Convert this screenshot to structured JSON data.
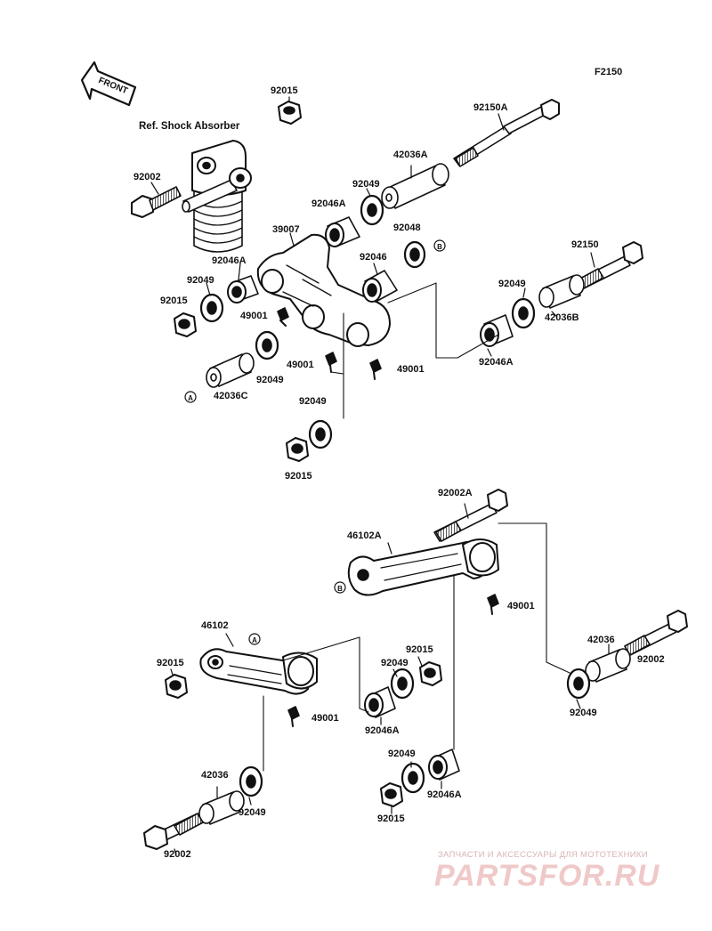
{
  "diagram": {
    "code": "F2150",
    "front_label": "FRONT",
    "reference_label": "Ref. Shock Absorber"
  },
  "parts": {
    "p_92015_a": "92015",
    "p_92002_a": "92002",
    "p_42036a": "42036A",
    "p_92150a": "92150A",
    "p_92049_a": "92049",
    "p_92046a_a": "92046A",
    "p_39007": "39007",
    "p_92048": "92048",
    "p_92150": "92150",
    "p_92046_a": "92046",
    "p_92046a_b": "92046A",
    "p_92049_b": "92049",
    "p_92015_b": "92015",
    "p_49001_a": "49001",
    "p_92049_c": "92049",
    "p_42036b": "42036B",
    "p_92046a_c": "92046A",
    "p_49001_b": "49001",
    "p_49001_c": "49001",
    "p_92049_d": "92049",
    "p_42036c": "42036C",
    "p_92049_e": "92049",
    "p_92015_c": "92015",
    "p_92002a": "92002A",
    "p_46102a": "46102A",
    "p_49001_d": "49001",
    "p_46102": "46102",
    "p_92015_d": "92015",
    "p_92015_e": "92015",
    "p_92049_f": "92049",
    "p_42036_a": "42036",
    "p_92002_b": "92002",
    "p_49001_e": "49001",
    "p_92046a_d": "92046A",
    "p_92049_g": "92049",
    "p_92049_h": "92049",
    "p_92046a_e": "92046A",
    "p_42036_b": "42036",
    "p_92049_i": "92049",
    "p_92015_f": "92015",
    "p_92002_c": "92002"
  },
  "markers": {
    "b_top": "B",
    "a_left": "A",
    "b_mid": "B",
    "a_low": "A"
  },
  "watermark": {
    "top": "ЗАПЧАСТИ И АКСЕССУАРЫ ДЛЯ МОТОТЕХНИКИ",
    "brand": "PARTSFOR.RU"
  }
}
